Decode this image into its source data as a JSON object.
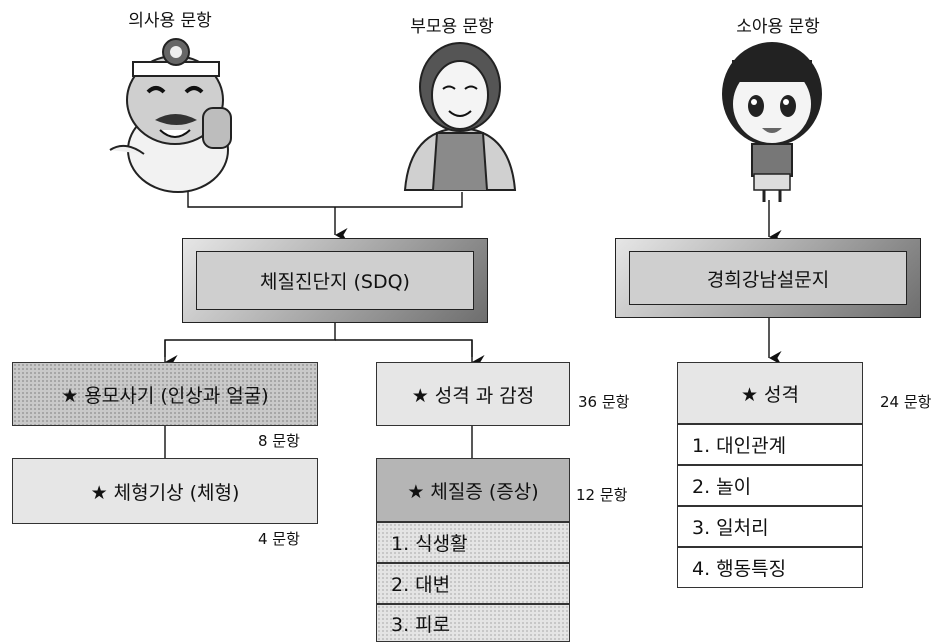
{
  "respondents": {
    "doctor": "의사용 문항",
    "parent": "부모용 문항",
    "child": "소아용 문항"
  },
  "sdq": {
    "title": "체질진단지 (SDQ)",
    "face": {
      "label": "★ 용모사기 (인상과 얼굴)",
      "count": "8 문항"
    },
    "body": {
      "label": "★ 체형기상 (체형)",
      "count": "4 문항"
    },
    "personality": {
      "label": "★ 성격 과 감정",
      "count": "36 문항"
    },
    "symptoms": {
      "label": "★ 체질증 (증상)",
      "count": "12 문항",
      "items": [
        "1. 식생활",
        "2. 대변",
        "3. 피로"
      ]
    }
  },
  "kyunghee": {
    "title": "경희강남설문지",
    "personality": {
      "label": "★ 성격",
      "count": "24 문항",
      "items": [
        "1. 대인관계",
        "2. 놀이",
        "3. 일처리",
        "4. 행동특징"
      ]
    }
  }
}
